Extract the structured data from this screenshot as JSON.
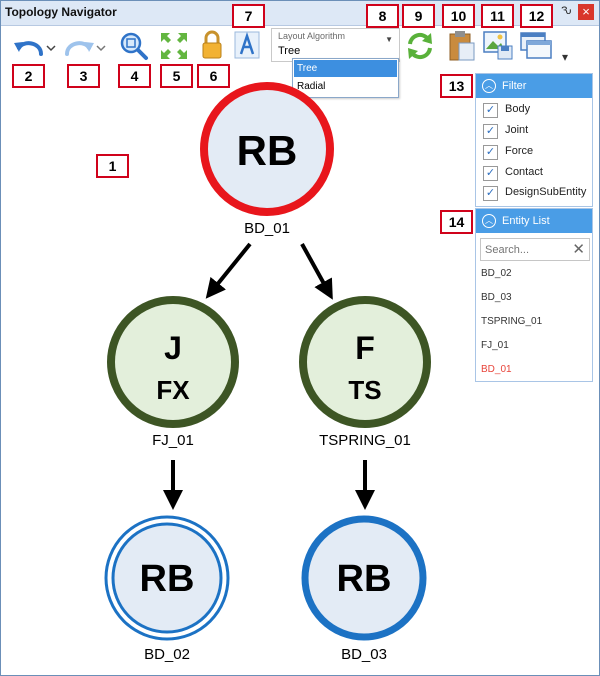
{
  "window": {
    "title": "Topology Navigator",
    "pin_glyph": "Ԅ",
    "close_glyph": "×"
  },
  "toolbar": {
    "icons": [
      "undo-icon",
      "redo-icon",
      "zoom-fit-icon",
      "expand-icon",
      "lock-icon",
      "text-style-icon",
      "refresh-icon",
      "clipboard-icon",
      "image-export-icon",
      "window-icon",
      "overflow-icon"
    ],
    "layout_algorithm": {
      "label": "Layout Algorithm",
      "value": "Tree",
      "options": [
        "Tree",
        "Radial"
      ],
      "selected": "Tree"
    },
    "overflow_glyph": "▾"
  },
  "callouts": [
    "1",
    "2",
    "3",
    "4",
    "5",
    "6",
    "7",
    "8",
    "9",
    "10",
    "11",
    "12",
    "13",
    "14"
  ],
  "filter": {
    "title": "Filter",
    "items": [
      {
        "label": "Body",
        "checked": true
      },
      {
        "label": "Joint",
        "checked": true
      },
      {
        "label": "Force",
        "checked": true
      },
      {
        "label": "Contact",
        "checked": true
      },
      {
        "label": "DesignSubEntity",
        "checked": true
      }
    ]
  },
  "entity_list": {
    "title": "Entity List",
    "search_placeholder": "Search...",
    "items": [
      {
        "label": "BD_02",
        "color": "#333333"
      },
      {
        "label": "BD_03",
        "color": "#333333"
      },
      {
        "label": "TSPRING_01",
        "color": "#333333"
      },
      {
        "label": "FJ_01",
        "color": "#333333"
      },
      {
        "label": "BD_01",
        "color": "#e8443a"
      }
    ]
  },
  "graph": {
    "nodes": [
      {
        "id": "BD_01",
        "top": "RB",
        "bottom": "",
        "caption": "BD_01",
        "ring": "#e8161c",
        "fill": "#e3ebf5",
        "style": "single"
      },
      {
        "id": "FJ_01",
        "top": "J",
        "bottom": "FX",
        "caption": "FJ_01",
        "ring": "#3d5524",
        "fill": "#e3efdb",
        "style": "single"
      },
      {
        "id": "TSPRING_01",
        "top": "F",
        "bottom": "TS",
        "caption": "TSPRING_01",
        "ring": "#3d5524",
        "fill": "#e3efdb",
        "style": "single"
      },
      {
        "id": "BD_02",
        "top": "RB",
        "bottom": "",
        "caption": "BD_02",
        "ring": "#1c72c4",
        "fill": "#e3ebf5",
        "style": "double"
      },
      {
        "id": "BD_03",
        "top": "RB",
        "bottom": "",
        "caption": "BD_03",
        "ring": "#1c72c4",
        "fill": "#e3ebf5",
        "style": "single"
      }
    ],
    "edges": [
      {
        "from": "BD_01",
        "to": "FJ_01"
      },
      {
        "from": "BD_01",
        "to": "TSPRING_01"
      },
      {
        "from": "FJ_01",
        "to": "BD_02"
      },
      {
        "from": "TSPRING_01",
        "to": "BD_03"
      }
    ]
  }
}
